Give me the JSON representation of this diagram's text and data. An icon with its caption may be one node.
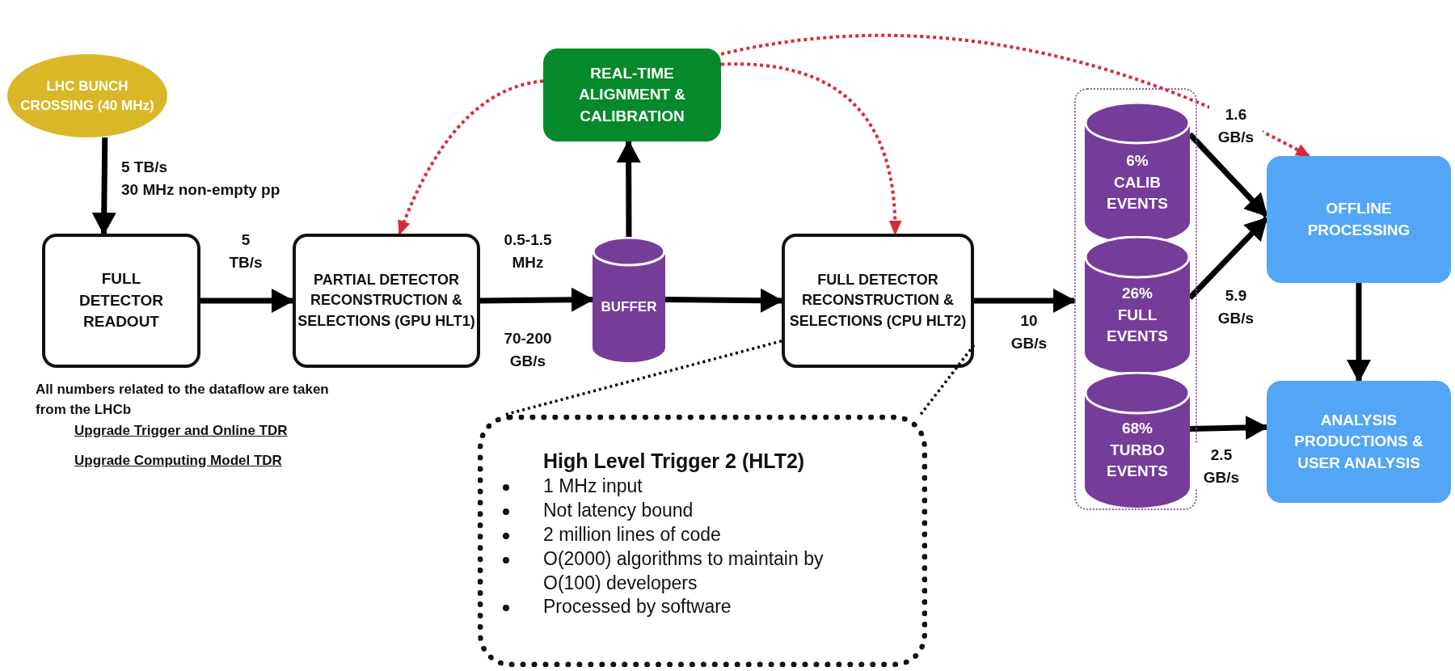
{
  "diagram": {
    "nodes": [
      {
        "text": [
          "LHC BUNCH CROSSING (40 MHz)"
        ]
      },
      {
        "text": [
          "FULL DETECTOR READOUT"
        ]
      },
      {
        "text": [
          "PARTIAL DETECTOR RECONSTRUCTION & SELECTIONS (GPU HLT1)"
        ]
      },
      {
        "text": [
          "REAL-TIME ALIGNMENT & CALIBRATION"
        ]
      },
      {
        "text": [
          "BUFFER"
        ]
      },
      {
        "text": [
          "FULL DETECTOR RECONSTRUCTION & SELECTIONS (CPU HLT2)"
        ]
      },
      {
        "text": [],
        "shape": "box"
      },
      {
        "text": [
          "6% CALIB EVENTS"
        ],
        "in": 6
      },
      {
        "text": [
          "26% FULL EVENTS"
        ],
        "in": 6
      },
      {
        "text": [
          "68% TURBO EVENTS"
        ],
        "in": 6
      },
      {
        "text": [
          "OFFLINE PROCESSING"
        ]
      },
      {
        "text": [
          "ANALYSIS PRODUCTIONS & USER ANALYSIS"
        ]
      },
      {
        "text": [
          "High Level Trigger 2 (HLT2)",
          "1 MHz input",
          "Not latency bound",
          "2 million lines of code",
          "O(2000) algorithms to maintain by O(100) developers",
          "Processed by software"
        ]
      }
    ],
    "edges": [
      {
        "from": 0,
        "to": 1,
        "arrow": "to",
        "label": "5 TB/s"
      },
      {
        "from": 1,
        "to": 2,
        "arrow": "to",
        "label": "5 TB/s"
      },
      {
        "from": 2,
        "to": 4,
        "arrow": "to",
        "label": "0.5-1.5 MHz"
      },
      {
        "from": 4,
        "to": 3,
        "arrow": "to"
      },
      {
        "from": 4,
        "to": 5,
        "arrow": "to"
      },
      {
        "from": 5,
        "to": 6,
        "arrow": "to",
        "label": "10 GB/s"
      },
      {
        "from": 7,
        "to": 10,
        "arrow": "to",
        "label": "1.6 GB/s"
      },
      {
        "from": 8,
        "to": 10,
        "arrow": "to",
        "label": "5.9 GB/s"
      },
      {
        "from": 9,
        "to": 11,
        "arrow": "to",
        "label": "2.5 GB/s"
      },
      {
        "from": 10,
        "to": 11,
        "arrow": "to"
      },
      {
        "from": 3,
        "to": 2,
        "arrow": "to",
        "style": "dashed",
        "color": "#d62a3c"
      },
      {
        "from": 3,
        "to": 5,
        "arrow": "to",
        "style": "dashed",
        "color": "#d62a3c"
      },
      {
        "from": 3,
        "to": 10,
        "arrow": "to",
        "style": "dashed",
        "color": "#d62a3c"
      },
      {
        "from": 5,
        "to": 12,
        "arrow": "none",
        "style": "dashed"
      },
      {
        "from": 5,
        "to": 12,
        "arrow": "none",
        "style": "dashed"
      }
    ],
    "labels": [
      "30 MHz non-empty pp",
      "70-200 GB/s",
      "All numbers related to the dataflow are taken from the LHCb",
      "Upgrade Trigger and Online TDR",
      "Upgrade Computing Model TDR"
    ]
  }
}
